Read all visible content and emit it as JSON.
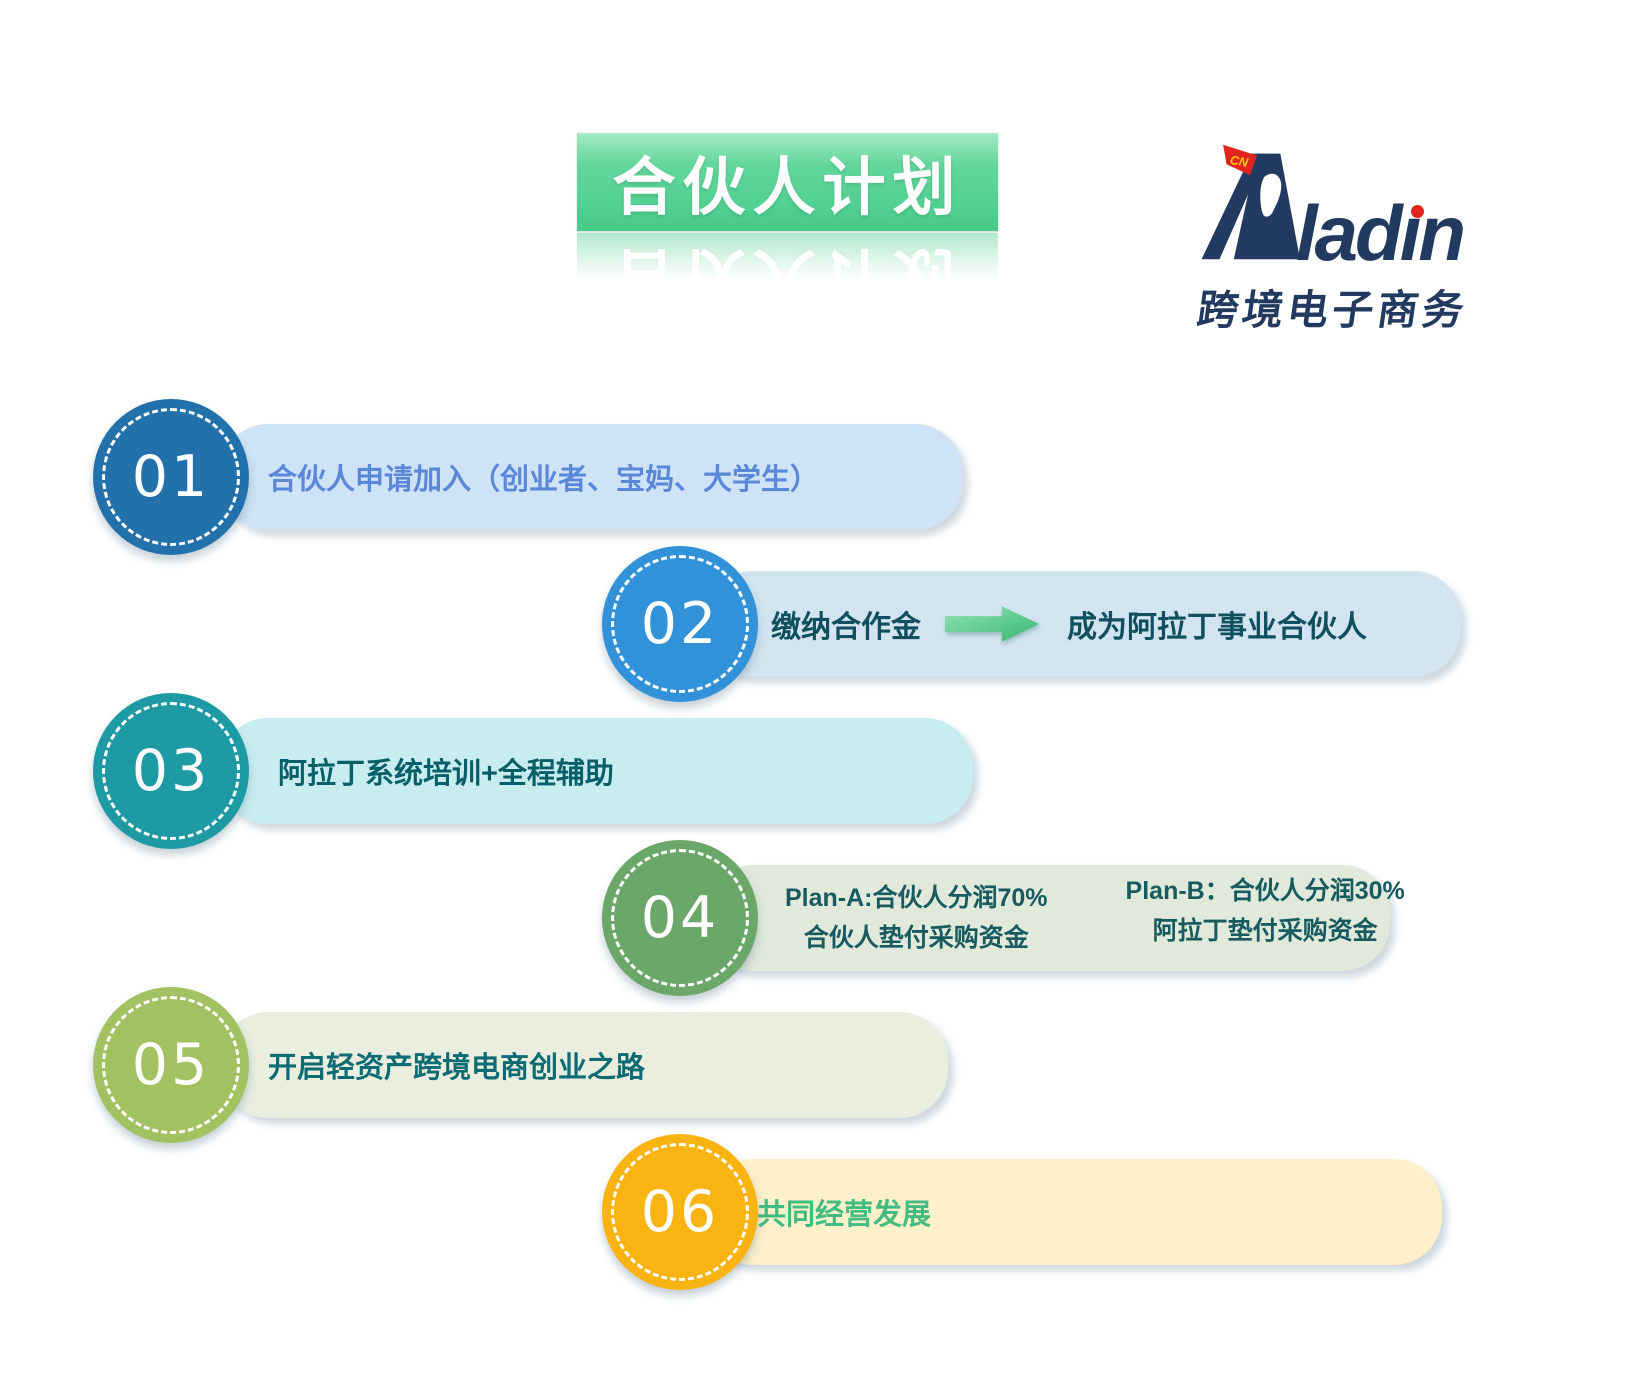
{
  "banner": {
    "title": "合伙人计划"
  },
  "logo": {
    "flag_label": "CN",
    "brand_part1": "lad",
    "brand_i": "ı",
    "brand_part2": "n",
    "subtitle": "跨境电子商务",
    "navy": "#233a60",
    "red": "#df251d",
    "flag_text_color": "#ffc60a"
  },
  "steps": [
    {
      "number": "01",
      "label": "合伙人申请加入（创业者、宝妈、大学生）",
      "circle_color": "#2371aa",
      "bar_color": "#cee3f6",
      "text_color": "#5b87d9"
    },
    {
      "number": "02",
      "label_before": "缴纳合作金",
      "label_after": "成为阿拉丁事业合伙人",
      "circle_color": "#3191d9",
      "bar_color": "#d2e4f0",
      "text_color": "#10505e",
      "arrow_color_light": "#90e4b2",
      "arrow_color_dark": "#38b574"
    },
    {
      "number": "03",
      "label": "阿拉丁系统培训+全程辅助",
      "circle_color": "#1d9aa4",
      "bar_color": "#c8edf0",
      "text_color": "#085f68"
    },
    {
      "number": "04",
      "plan_a": [
        "Plan-A:合伙人分润70%",
        "合伙人垫付采购资金"
      ],
      "plan_b": [
        "Plan-B：合伙人分润30%",
        "阿拉丁垫付采购资金"
      ],
      "circle_color": "#6ba768",
      "bar_color": "#e0e9da",
      "text_color": "#175a5f"
    },
    {
      "number": "05",
      "label": "开启轻资产跨境电商创业之路",
      "circle_color": "#a2c161",
      "bar_color": "#e9eedf",
      "text_color": "#0d6b73"
    },
    {
      "number": "06",
      "label": "共同经营发展",
      "circle_color": "#f9b412",
      "bar_color": "#fdf0ca",
      "text_color": "#43bc81"
    }
  ]
}
